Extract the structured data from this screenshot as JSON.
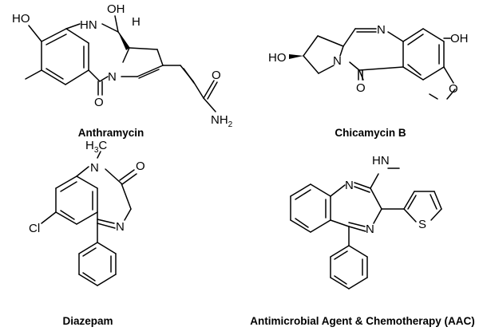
{
  "compounds": [
    {
      "name": "Anthramycin",
      "atoms": {
        "oh_left": "HO",
        "nh": "HN",
        "oh_top": "OH",
        "h_stereo": "H",
        "n_ring": "N",
        "o_carbonyl": "O",
        "o_amide": "O",
        "nh2": "NH",
        "nh2_sub": "2"
      }
    },
    {
      "name": "Chicamycin B",
      "atoms": {
        "n_imine": "N",
        "oh_right": "OH",
        "ho_left": "HO",
        "n_ring": "N",
        "o_carbonyl": "O",
        "o_methoxy": "O"
      }
    },
    {
      "name": "Diazepam",
      "atoms": {
        "h3c": "H",
        "h3c_sub": "3",
        "h3c_c": "C",
        "n_methyl": "N",
        "o_carbonyl": "O",
        "cl": "Cl",
        "n_imine": "N"
      }
    },
    {
      "name": "Antimicrobial Agent & Chemotherapy (AAC)",
      "atoms": {
        "n_top": "N",
        "nh": "N",
        "nh_h": "H",
        "n_bottom": "N",
        "s": "S"
      }
    }
  ]
}
